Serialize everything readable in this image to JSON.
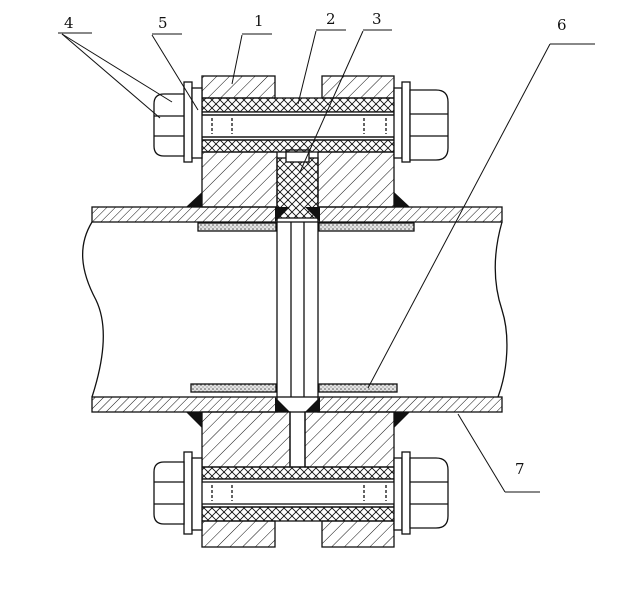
{
  "labels": [
    "1",
    "2",
    "3",
    "4",
    "5",
    "6",
    "7"
  ],
  "colors": {
    "ink": "#111111",
    "paper": "#ffffff",
    "gasket": "#bdbdbd",
    "weld": "#111111"
  }
}
